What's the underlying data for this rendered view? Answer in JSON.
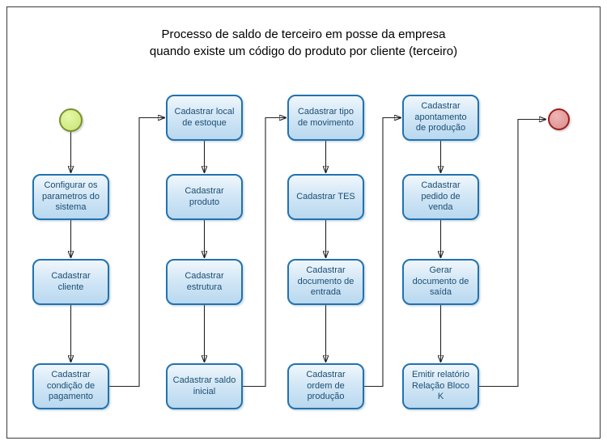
{
  "title": {
    "line1": "Processo de saldo de terceiro em posse da empresa",
    "line2": "quando existe um código do produto por cliente (terceiro)"
  },
  "nodes": [
    "Configurar os parametros do sistema",
    "Cadastrar cliente",
    "Cadastrar condição de pagamento",
    "Cadastrar local de estoque",
    "Cadastrar produto",
    "Cadastrar estrutura",
    "Cadastrar saldo inicial",
    "Cadastrar tipo de movimento",
    "Cadastrar TES",
    "Cadastrar documento de entrada",
    "Cadastrar ordem de produção",
    "Cadastrar apontamento de produção",
    "Cadastrar pedido de venda",
    "Gerar documento de saída",
    "Emitir relatório Relação Bloco K"
  ],
  "events": {
    "start": "start-event",
    "end": "end-event"
  },
  "colors": {
    "box_border": "#2172b0",
    "box_fill_top": "#f0f7fc",
    "box_fill_bottom": "#b9d8ef",
    "box_text": "#1b4e74",
    "start_fill": "#d0ea83",
    "start_border": "#7b8f2f",
    "end_fill": "#e09898",
    "end_border": "#9c1f1f",
    "connector": "#222222",
    "frame_border": "#3a3a3a"
  }
}
